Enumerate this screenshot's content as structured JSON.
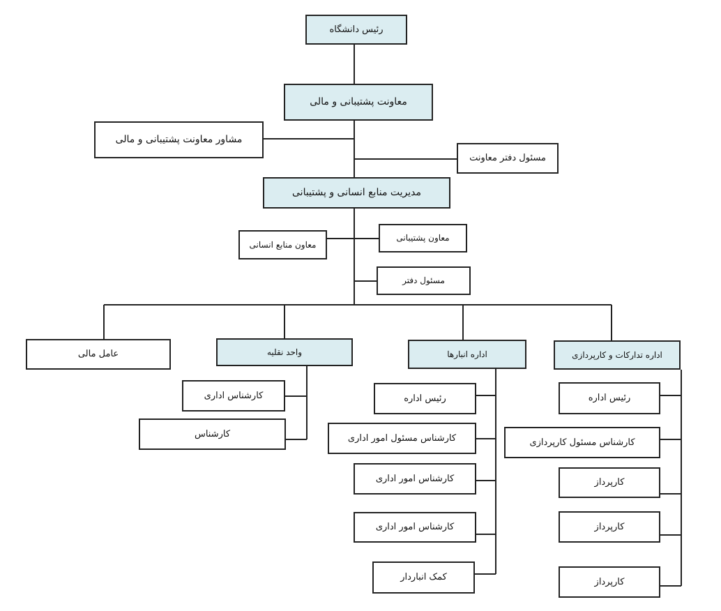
{
  "colors": {
    "highlight": "#dbedf1",
    "border": "#222222",
    "line": "#222222"
  },
  "nodes": {
    "president": "رئیس دانشگاه",
    "vp_support_finance": "معاونت پشتیبانی و مالی",
    "advisor": "مشاور معاونت پشتیبانی و مالی",
    "office_head_vp": "مسئول دفتر معاونت",
    "hr_support_director": "مدیریت منابع انسانی و پشتیبانی",
    "deputy_hr": "معاون منابع انسانی",
    "deputy_support": "معاون پشتیبانی",
    "office_head": "مسئول دفتر",
    "finance_agent": "عامل مالی",
    "transport_unit": "واحد نقلیه",
    "transport_admin_expert": "کارشناس اداری",
    "transport_expert": "کارشناس",
    "warehouses_dept": "اداره انبارها",
    "wh_head": "رئیس اداره",
    "wh_admin_lead_expert": "کارشناس مسئول امور اداری",
    "wh_admin_expert_1": "کارشناس امور اداری",
    "wh_admin_expert_2": "کارشناس امور اداری",
    "wh_assistant": "کمک انباردار",
    "procurement_dept": "اداره تدارکات و کارپردازی",
    "pr_head": "رئیس اداره",
    "pr_lead_expert": "کارشناس مسئول کارپردازی",
    "pr_agent_1": "کارپرداز",
    "pr_agent_2": "کارپرداز",
    "pr_agent_3": "کارپرداز"
  }
}
